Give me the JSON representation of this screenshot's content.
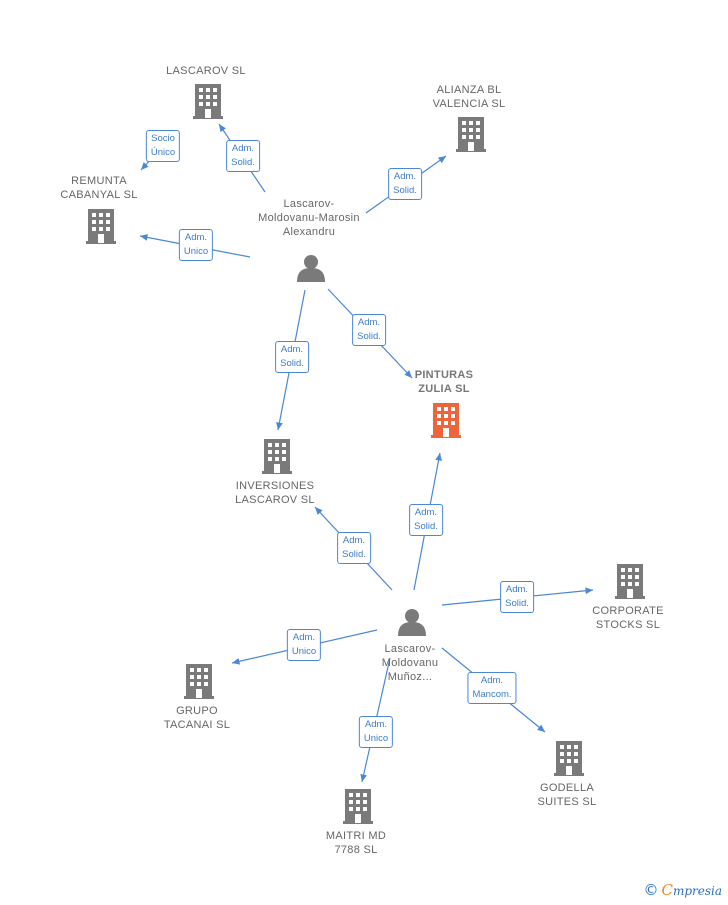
{
  "colors": {
    "edge": "#4a87d4",
    "company_icon": "#7a7a7a",
    "focal_icon": "#f0643c",
    "person_icon": "#7a7a7a"
  },
  "nodes": [
    {
      "id": "lascarov",
      "type": "company",
      "label": "LASCAROV  SL",
      "icon": "building-icon"
    },
    {
      "id": "alianza",
      "type": "company",
      "label": "ALIANZA BL\nVALENCIA  SL",
      "icon": "building-icon"
    },
    {
      "id": "remunta",
      "type": "company",
      "label": "REMUNTA\nCABANYAL  SL",
      "icon": "building-icon"
    },
    {
      "id": "person1",
      "type": "person",
      "label": "Lascarov-\nMoldovanu-Marosin\nAlexandru",
      "icon": "person-icon"
    },
    {
      "id": "pinturas",
      "type": "focal",
      "label": "PINTURAS\nZULIA  SL",
      "icon": "building-icon"
    },
    {
      "id": "inversiones",
      "type": "company",
      "label": "INVERSIONES\nLASCAROV  SL",
      "icon": "building-icon"
    },
    {
      "id": "person2",
      "type": "person",
      "label": "Lascarov-\nMoldovanu\nMuñoz...",
      "icon": "person-icon"
    },
    {
      "id": "corporate",
      "type": "company",
      "label": "CORPORATE\nSTOCKS  SL",
      "icon": "building-icon"
    },
    {
      "id": "grupo",
      "type": "company",
      "label": "GRUPO\nTACANAI  SL",
      "icon": "building-icon"
    },
    {
      "id": "godella",
      "type": "company",
      "label": "GODELLA\nSUITES  SL",
      "icon": "building-icon"
    },
    {
      "id": "maitri",
      "type": "company",
      "label": "MAITRI MD\n7788  SL",
      "icon": "building-icon"
    }
  ],
  "edges": [
    {
      "from": "lascarov",
      "to": "remunta",
      "label": "Socio\nÚnico"
    },
    {
      "from": "person1",
      "to": "lascarov",
      "label": "Adm.\nSolid."
    },
    {
      "from": "person1",
      "to": "alianza",
      "label": "Adm.\nSolid."
    },
    {
      "from": "person1",
      "to": "remunta",
      "label": "Adm.\nUnico"
    },
    {
      "from": "person1",
      "to": "pinturas",
      "label": "Adm.\nSolid."
    },
    {
      "from": "person1",
      "to": "inversiones",
      "label": "Adm.\nSolid."
    },
    {
      "from": "person2",
      "to": "pinturas",
      "label": "Adm.\nSolid."
    },
    {
      "from": "person2",
      "to": "inversiones",
      "label": "Adm.\nSolid."
    },
    {
      "from": "person2",
      "to": "corporate",
      "label": "Adm.\nSolid."
    },
    {
      "from": "person2",
      "to": "grupo",
      "label": "Adm.\nUnico"
    },
    {
      "from": "person2",
      "to": "godella",
      "label": "Adm.\nMancom."
    },
    {
      "from": "person2",
      "to": "maitri",
      "label": "Adm.\nUnico"
    }
  ],
  "brand": {
    "copyright": "©",
    "initial": "C",
    "name": "mpresia"
  }
}
